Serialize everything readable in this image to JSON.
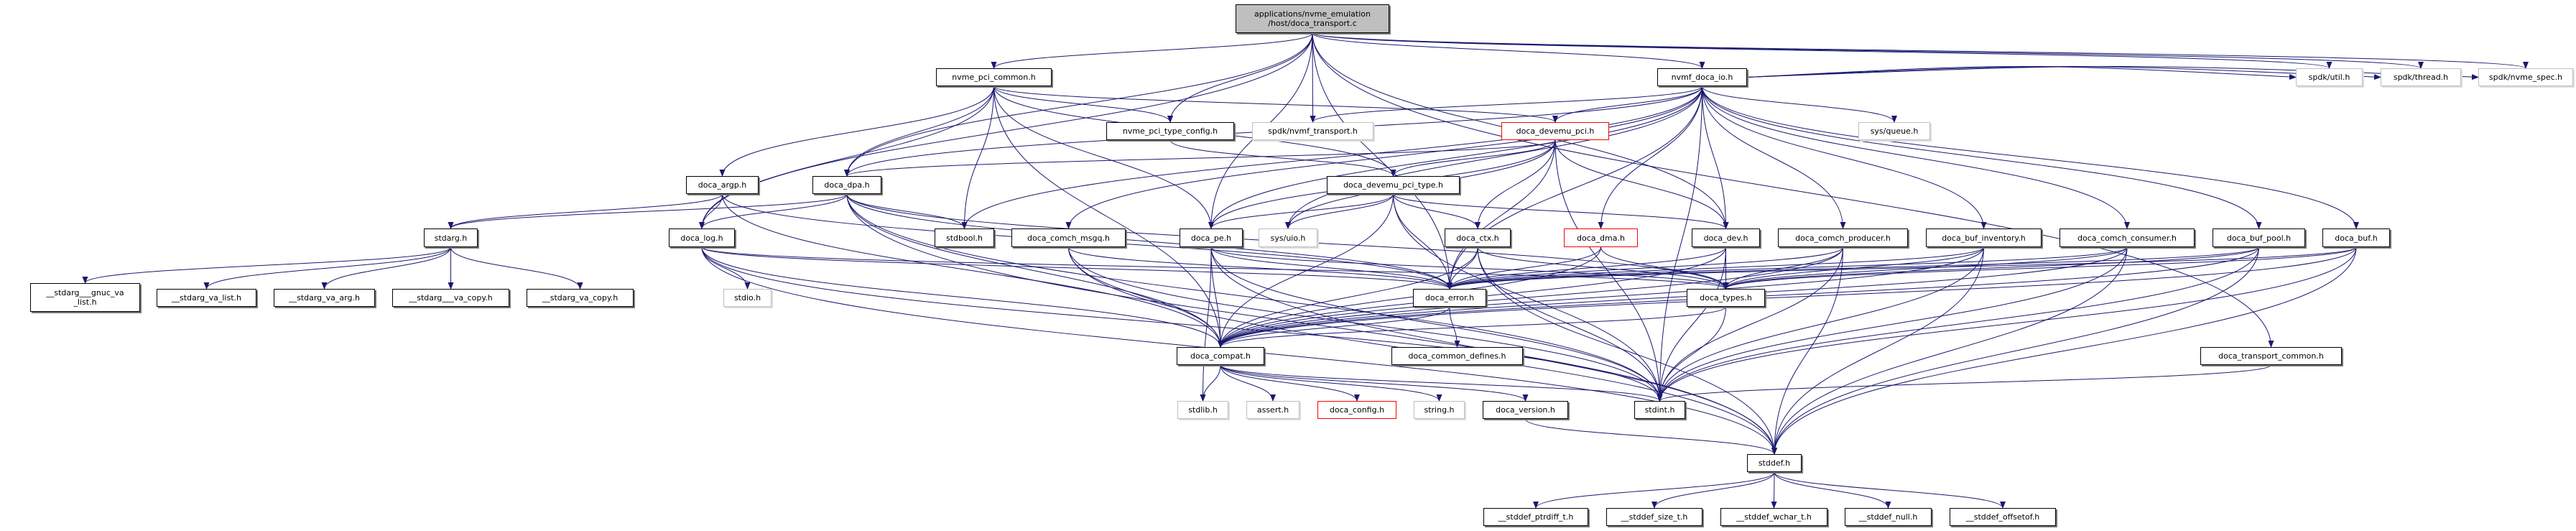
{
  "colors": {
    "edge": "#191970",
    "root_fill": "#bfbfbf",
    "external_border": "#bfbfbf",
    "incomplete_border": "#ff0000"
  },
  "nodes": [
    {
      "id": "root",
      "label": "applications/nvme_emulation\n/host/doca_transport.c",
      "kind": "root"
    },
    {
      "id": "nvme_pci_common",
      "label": "nvme_pci_common.h",
      "kind": "normal"
    },
    {
      "id": "nvmf_doca_io",
      "label": "nvmf_doca_io.h",
      "kind": "normal"
    },
    {
      "id": "spdk_util",
      "label": "spdk/util.h",
      "kind": "external"
    },
    {
      "id": "spdk_thread",
      "label": "spdk/thread.h",
      "kind": "external"
    },
    {
      "id": "spdk_nvme_spec",
      "label": "spdk/nvme_spec.h",
      "kind": "external"
    },
    {
      "id": "nvme_pci_type_config",
      "label": "nvme_pci_type_config.h",
      "kind": "normal"
    },
    {
      "id": "spdk_nvmf_transport",
      "label": "spdk/nvmf_transport.h",
      "kind": "external"
    },
    {
      "id": "doca_devemu_pci",
      "label": "doca_devemu_pci.h",
      "kind": "red"
    },
    {
      "id": "sys_queue",
      "label": "sys/queue.h",
      "kind": "external"
    },
    {
      "id": "doca_argp",
      "label": "doca_argp.h",
      "kind": "normal"
    },
    {
      "id": "doca_dpa",
      "label": "doca_dpa.h",
      "kind": "normal"
    },
    {
      "id": "doca_devemu_pci_type",
      "label": "doca_devemu_pci_type.h",
      "kind": "normal"
    },
    {
      "id": "stdarg",
      "label": "stdarg.h",
      "kind": "normal"
    },
    {
      "id": "doca_log",
      "label": "doca_log.h",
      "kind": "normal"
    },
    {
      "id": "stdbool",
      "label": "stdbool.h",
      "kind": "normal"
    },
    {
      "id": "doca_comch_msgq",
      "label": "doca_comch_msgq.h",
      "kind": "normal"
    },
    {
      "id": "doca_pe",
      "label": "doca_pe.h",
      "kind": "normal"
    },
    {
      "id": "sys_uio",
      "label": "sys/uio.h",
      "kind": "external"
    },
    {
      "id": "doca_ctx",
      "label": "doca_ctx.h",
      "kind": "normal"
    },
    {
      "id": "doca_dma",
      "label": "doca_dma.h",
      "kind": "red"
    },
    {
      "id": "doca_dev",
      "label": "doca_dev.h",
      "kind": "normal"
    },
    {
      "id": "doca_comch_producer",
      "label": "doca_comch_producer.h",
      "kind": "normal"
    },
    {
      "id": "doca_buf_inventory",
      "label": "doca_buf_inventory.h",
      "kind": "normal"
    },
    {
      "id": "doca_comch_consumer",
      "label": "doca_comch_consumer.h",
      "kind": "normal"
    },
    {
      "id": "doca_buf_pool",
      "label": "doca_buf_pool.h",
      "kind": "normal"
    },
    {
      "id": "doca_buf",
      "label": "doca_buf.h",
      "kind": "normal"
    },
    {
      "id": "stdarg_gnuc",
      "label": "__stdarg___gnuc_va\n_list.h",
      "kind": "normal"
    },
    {
      "id": "stdarg_va_list",
      "label": "__stdarg_va_list.h",
      "kind": "normal"
    },
    {
      "id": "stdarg_va_arg",
      "label": "__stdarg_va_arg.h",
      "kind": "normal"
    },
    {
      "id": "stdarg___va_copy",
      "label": "__stdarg___va_copy.h",
      "kind": "normal"
    },
    {
      "id": "stdarg_va_copy",
      "label": "__stdarg_va_copy.h",
      "kind": "normal"
    },
    {
      "id": "stdio",
      "label": "stdio.h",
      "kind": "external"
    },
    {
      "id": "doca_error",
      "label": "doca_error.h",
      "kind": "normal"
    },
    {
      "id": "doca_types",
      "label": "doca_types.h",
      "kind": "normal"
    },
    {
      "id": "doca_compat",
      "label": "doca_compat.h",
      "kind": "normal"
    },
    {
      "id": "doca_common_defines",
      "label": "doca_common_defines.h",
      "kind": "normal"
    },
    {
      "id": "doca_transport_common",
      "label": "doca_transport_common.h",
      "kind": "normal"
    },
    {
      "id": "stdlib",
      "label": "stdlib.h",
      "kind": "external"
    },
    {
      "id": "assert",
      "label": "assert.h",
      "kind": "external"
    },
    {
      "id": "doca_config",
      "label": "doca_config.h",
      "kind": "red"
    },
    {
      "id": "string",
      "label": "string.h",
      "kind": "external"
    },
    {
      "id": "doca_version",
      "label": "doca_version.h",
      "kind": "normal"
    },
    {
      "id": "stdint",
      "label": "stdint.h",
      "kind": "normal"
    },
    {
      "id": "stddef",
      "label": "stddef.h",
      "kind": "normal"
    },
    {
      "id": "stddef_ptrdiff",
      "label": "__stddef_ptrdiff_t.h",
      "kind": "normal"
    },
    {
      "id": "stddef_size",
      "label": "__stddef_size_t.h",
      "kind": "normal"
    },
    {
      "id": "stddef_wchar",
      "label": "__stddef_wchar_t.h",
      "kind": "normal"
    },
    {
      "id": "stddef_null",
      "label": "__stddef_null.h",
      "kind": "normal"
    },
    {
      "id": "stddef_offsetof",
      "label": "__stddef_offsetof.h",
      "kind": "normal"
    }
  ],
  "edges": [
    [
      "root",
      "nvme_pci_common"
    ],
    [
      "root",
      "nvmf_doca_io"
    ],
    [
      "root",
      "nvme_pci_type_config"
    ],
    [
      "root",
      "spdk_nvmf_transport"
    ],
    [
      "root",
      "doca_pe"
    ],
    [
      "root",
      "doca_dpa"
    ],
    [
      "root",
      "doca_log"
    ],
    [
      "root",
      "doca_error"
    ],
    [
      "root",
      "doca_dev"
    ],
    [
      "root",
      "spdk_util"
    ],
    [
      "root",
      "spdk_thread"
    ],
    [
      "root",
      "spdk_nvme_spec"
    ],
    [
      "root",
      "doca_transport_common"
    ],
    [
      "nvme_pci_common",
      "doca_argp"
    ],
    [
      "nvme_pci_common",
      "doca_dpa"
    ],
    [
      "nvme_pci_common",
      "stdbool"
    ],
    [
      "nvme_pci_common",
      "doca_log"
    ],
    [
      "nvme_pci_common",
      "nvme_pci_type_config"
    ],
    [
      "nvme_pci_common",
      "doca_devemu_pci_type"
    ],
    [
      "nvme_pci_common",
      "doca_devemu_pci"
    ],
    [
      "nvme_pci_common",
      "doca_pe"
    ],
    [
      "nvme_pci_common",
      "doca_compat"
    ],
    [
      "nvme_pci_type_config",
      "doca_devemu_pci_type"
    ],
    [
      "nvmf_doca_io",
      "spdk_nvmf_transport"
    ],
    [
      "nvmf_doca_io",
      "doca_devemu_pci"
    ],
    [
      "nvmf_doca_io",
      "sys_queue"
    ],
    [
      "nvmf_doca_io",
      "doca_dpa"
    ],
    [
      "nvmf_doca_io",
      "stdbool"
    ],
    [
      "nvmf_doca_io",
      "doca_comch_msgq"
    ],
    [
      "nvmf_doca_io",
      "doca_pe"
    ],
    [
      "nvmf_doca_io",
      "sys_uio"
    ],
    [
      "nvmf_doca_io",
      "doca_dma"
    ],
    [
      "nvmf_doca_io",
      "doca_dev"
    ],
    [
      "nvmf_doca_io",
      "doca_comch_producer"
    ],
    [
      "nvmf_doca_io",
      "doca_buf_inventory"
    ],
    [
      "nvmf_doca_io",
      "doca_comch_consumer"
    ],
    [
      "nvmf_doca_io",
      "doca_buf_pool"
    ],
    [
      "nvmf_doca_io",
      "doca_buf"
    ],
    [
      "nvmf_doca_io",
      "doca_error"
    ],
    [
      "nvmf_doca_io",
      "stdint"
    ],
    [
      "nvmf_doca_io",
      "spdk_util"
    ],
    [
      "nvmf_doca_io",
      "spdk_thread"
    ],
    [
      "nvmf_doca_io",
      "spdk_nvme_spec"
    ],
    [
      "doca_devemu_pci",
      "doca_devemu_pci_type"
    ],
    [
      "doca_devemu_pci",
      "doca_dpa"
    ],
    [
      "doca_devemu_pci",
      "doca_pe"
    ],
    [
      "doca_devemu_pci",
      "doca_ctx"
    ],
    [
      "doca_devemu_pci",
      "doca_dev"
    ],
    [
      "doca_devemu_pci",
      "doca_error"
    ],
    [
      "doca_devemu_pci",
      "stdint"
    ],
    [
      "doca_devemu_pci",
      "sys_uio"
    ],
    [
      "doca_devemu_pci_type",
      "doca_pe"
    ],
    [
      "doca_devemu_pci_type",
      "sys_uio"
    ],
    [
      "doca_devemu_pci_type",
      "doca_ctx"
    ],
    [
      "doca_devemu_pci_type",
      "doca_dev"
    ],
    [
      "doca_devemu_pci_type",
      "doca_error"
    ],
    [
      "doca_devemu_pci_type",
      "doca_compat"
    ],
    [
      "doca_devemu_pci_type",
      "stdint"
    ],
    [
      "doca_argp",
      "stdarg"
    ],
    [
      "doca_argp",
      "doca_log"
    ],
    [
      "doca_argp",
      "doca_error"
    ],
    [
      "doca_argp",
      "doca_compat"
    ],
    [
      "doca_dpa",
      "stdarg"
    ],
    [
      "doca_dpa",
      "doca_log"
    ],
    [
      "doca_dpa",
      "stdbool"
    ],
    [
      "doca_dpa",
      "doca_error"
    ],
    [
      "doca_dpa",
      "doca_compat"
    ],
    [
      "doca_dpa",
      "stdint"
    ],
    [
      "doca_dpa",
      "stddef"
    ],
    [
      "doca_dpa",
      "doca_types"
    ],
    [
      "stdarg",
      "stdarg_gnuc"
    ],
    [
      "stdarg",
      "stdarg_va_list"
    ],
    [
      "stdarg",
      "stdarg_va_arg"
    ],
    [
      "stdarg",
      "stdarg___va_copy"
    ],
    [
      "stdarg",
      "stdarg_va_copy"
    ],
    [
      "doca_log",
      "stdio"
    ],
    [
      "doca_log",
      "doca_error"
    ],
    [
      "doca_log",
      "doca_compat"
    ],
    [
      "doca_log",
      "stdint"
    ],
    [
      "doca_log",
      "stddef"
    ],
    [
      "doca_log",
      "doca_types"
    ],
    [
      "doca_comch_msgq",
      "doca_error"
    ],
    [
      "doca_comch_msgq",
      "doca_compat"
    ],
    [
      "doca_comch_msgq",
      "stdint"
    ],
    [
      "doca_comch_msgq",
      "stddef"
    ],
    [
      "doca_pe",
      "doca_error"
    ],
    [
      "doca_pe",
      "doca_compat"
    ],
    [
      "doca_pe",
      "stdint"
    ],
    [
      "doca_pe",
      "stddef"
    ],
    [
      "doca_pe",
      "stdlib"
    ],
    [
      "doca_pe",
      "doca_types"
    ],
    [
      "doca_ctx",
      "doca_error"
    ],
    [
      "doca_ctx",
      "doca_compat"
    ],
    [
      "doca_ctx",
      "stdint"
    ],
    [
      "doca_ctx",
      "doca_types"
    ],
    [
      "doca_ctx",
      "stddef"
    ],
    [
      "doca_dma",
      "doca_error"
    ],
    [
      "doca_dma",
      "doca_compat"
    ],
    [
      "doca_dma",
      "doca_types"
    ],
    [
      "doca_dev",
      "doca_error"
    ],
    [
      "doca_dev",
      "doca_compat"
    ],
    [
      "doca_dev",
      "stdint"
    ],
    [
      "doca_dev",
      "doca_types"
    ],
    [
      "doca_comch_producer",
      "doca_error"
    ],
    [
      "doca_comch_producer",
      "doca_compat"
    ],
    [
      "doca_comch_producer",
      "stdint"
    ],
    [
      "doca_comch_producer",
      "stddef"
    ],
    [
      "doca_comch_producer",
      "doca_types"
    ],
    [
      "doca_buf_inventory",
      "doca_error"
    ],
    [
      "doca_buf_inventory",
      "doca_compat"
    ],
    [
      "doca_buf_inventory",
      "stdint"
    ],
    [
      "doca_buf_inventory",
      "stddef"
    ],
    [
      "doca_buf_inventory",
      "doca_types"
    ],
    [
      "doca_comch_consumer",
      "doca_error"
    ],
    [
      "doca_comch_consumer",
      "doca_compat"
    ],
    [
      "doca_comch_consumer",
      "stdint"
    ],
    [
      "doca_comch_consumer",
      "stddef"
    ],
    [
      "doca_comch_consumer",
      "doca_types"
    ],
    [
      "doca_buf_pool",
      "doca_error"
    ],
    [
      "doca_buf_pool",
      "doca_compat"
    ],
    [
      "doca_buf_pool",
      "stdint"
    ],
    [
      "doca_buf_pool",
      "stddef"
    ],
    [
      "doca_buf_pool",
      "doca_types"
    ],
    [
      "doca_buf",
      "doca_error"
    ],
    [
      "doca_buf",
      "doca_compat"
    ],
    [
      "doca_buf",
      "stdint"
    ],
    [
      "doca_buf",
      "stddef"
    ],
    [
      "doca_buf",
      "doca_types"
    ],
    [
      "doca_error",
      "doca_compat"
    ],
    [
      "doca_error",
      "doca_common_defines"
    ],
    [
      "doca_types",
      "doca_compat"
    ],
    [
      "doca_types",
      "stdint"
    ],
    [
      "doca_compat",
      "stdlib"
    ],
    [
      "doca_compat",
      "assert"
    ],
    [
      "doca_compat",
      "doca_config"
    ],
    [
      "doca_compat",
      "string"
    ],
    [
      "doca_compat",
      "doca_version"
    ],
    [
      "doca_compat",
      "stdint"
    ],
    [
      "doca_version",
      "stddef"
    ],
    [
      "doca_transport_common",
      "stdint"
    ],
    [
      "stddef",
      "stddef_ptrdiff"
    ],
    [
      "stddef",
      "stddef_size"
    ],
    [
      "stddef",
      "stddef_wchar"
    ],
    [
      "stddef",
      "stddef_null"
    ],
    [
      "stddef",
      "stddef_offsetof"
    ]
  ]
}
